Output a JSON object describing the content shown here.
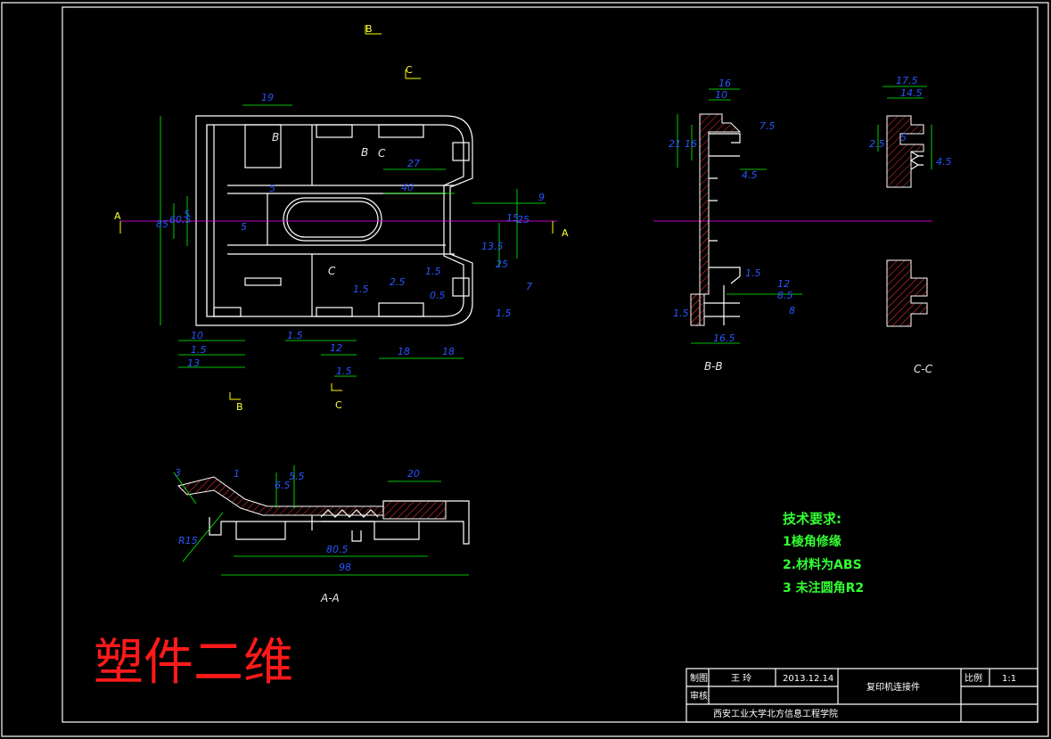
{
  "drawing": {
    "big_title": "塑件二维",
    "views": {
      "main": {
        "section_marks": [
          "A",
          "A",
          "B",
          "B",
          "B",
          "B",
          "C",
          "C",
          "C",
          "C"
        ]
      },
      "aa": {
        "label": "A-A"
      },
      "bb": {
        "label": "B-B"
      },
      "cc": {
        "label": "C-C"
      }
    },
    "dimensions": {
      "main_top": [
        "19",
        "27",
        "40",
        "9"
      ],
      "main_left": [
        "85",
        "60.5",
        "5",
        "5",
        "5"
      ],
      "main_right": [
        "15",
        "25",
        "13.5",
        "1.5",
        "25",
        "7",
        "0.5",
        "1.5"
      ],
      "main_bottom": [
        "10",
        "1.5",
        "13",
        "1.5",
        "12",
        "1.5",
        "18",
        "18",
        "1.5",
        "2.5"
      ],
      "aa": [
        "3",
        "1",
        "5.5",
        "6.5",
        "20",
        "R15",
        "80.5",
        "98"
      ],
      "bb": [
        "16",
        "10",
        "7.5",
        "21",
        "16",
        "4.5",
        "1.5",
        "12",
        "8.5",
        "1.5",
        "8",
        "16.5"
      ],
      "cc": [
        "17.5",
        "14.5",
        "2.5",
        "5",
        "4.5"
      ]
    },
    "tech_requirements": {
      "title": "技术要求:",
      "items": [
        "1棱角修缘",
        "2.材料为ABS",
        "3 未注圆角R2"
      ]
    },
    "title_block": {
      "drawn_label": "制图",
      "drawn_by": "王 玲",
      "date": "2013.12.14",
      "part_name": "复印机连接件",
      "scale_label": "比例",
      "scale_value": "1:1",
      "review_label": "审核",
      "school": "西安工业大学北方信息工程学院"
    },
    "colors": {
      "background": "#000000",
      "outline": "#ffffff",
      "dimension_line": "#00ff00",
      "dimension_text": "#2a55ff",
      "section_mark": "#ffff00",
      "centerline": "#ff00ff",
      "big_title": "#ff1a1a",
      "notes": "#33ff33"
    }
  }
}
